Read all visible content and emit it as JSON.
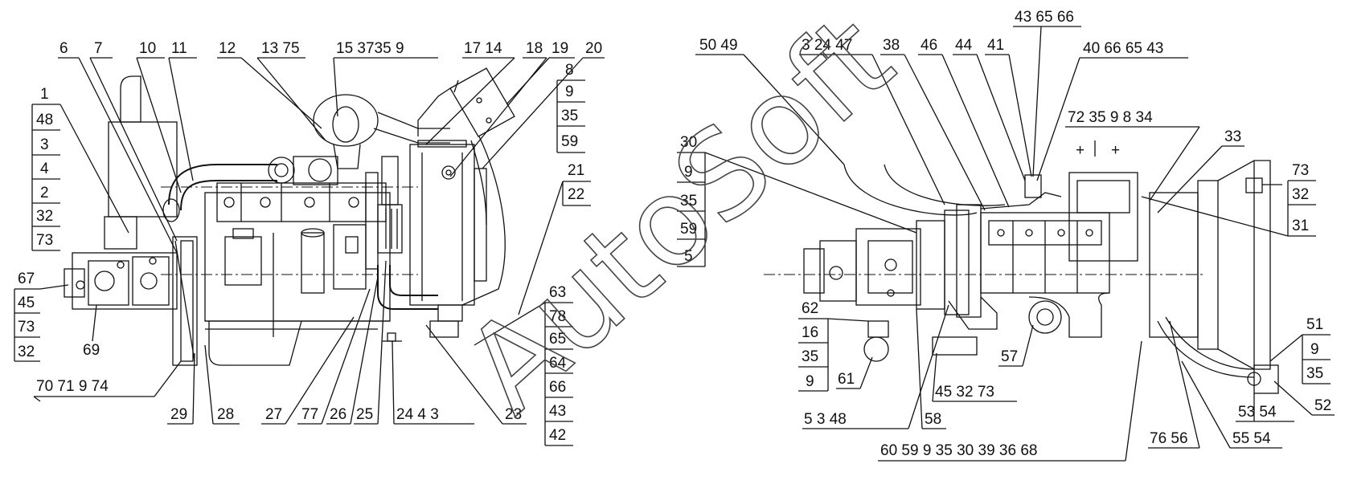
{
  "watermark": "AutoSoft",
  "left_view": {
    "callouts": {
      "top": [
        "6",
        "7",
        "10",
        "11",
        "12",
        "13 75",
        "15 3735 9",
        "17 14",
        "18",
        "19",
        "20"
      ],
      "left_stack": [
        "1",
        "48",
        "3",
        "4",
        "2",
        "32",
        "73"
      ],
      "left_low_stack": [
        "67",
        "45",
        "73",
        "32"
      ],
      "right_stack_top": [
        "8",
        "9",
        "35",
        "59"
      ],
      "right_pair": [
        "21",
        "22"
      ],
      "right_stack_bottom": [
        "63",
        "78",
        "65",
        "64",
        "66",
        "43",
        "42"
      ],
      "single": [
        "69"
      ],
      "bottom": [
        "70 71 9 74",
        "29",
        "28",
        "27",
        "77",
        "26",
        "25",
        "24 4 3",
        "23"
      ]
    }
  },
  "right_view": {
    "callouts": {
      "top": [
        "50 49",
        "3 24 47",
        "38",
        "46",
        "44",
        "41",
        "43 65 66",
        "40 66 65 43"
      ],
      "top_right_row": [
        "72 35 9 8 34",
        "33"
      ],
      "left_stack": [
        "30",
        "9",
        "35",
        "59",
        "5"
      ],
      "right_stack": [
        "73",
        "32",
        "31"
      ],
      "left_low_stack": [
        "62",
        "16",
        "35",
        "9"
      ],
      "right_low_stack": [
        "51",
        "9",
        "35"
      ],
      "single": [
        "61",
        "57",
        "52",
        "53 54"
      ],
      "bottom": [
        "45 32 73",
        "5 3 48",
        "58",
        "60 59 9 35 30 39 36 68",
        "76 56",
        "55 54"
      ]
    }
  }
}
